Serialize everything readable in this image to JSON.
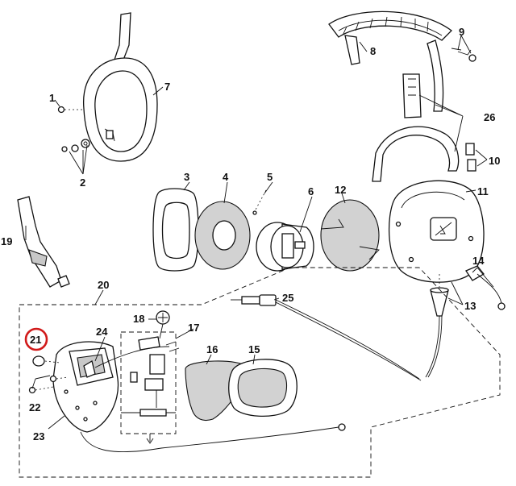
{
  "callouts": {
    "c1": "1",
    "c2": "2",
    "c3": "3",
    "c4": "4",
    "c5": "5",
    "c6": "6",
    "c7": "7",
    "c8": "8",
    "c9": "9",
    "c10": "10",
    "c11": "11",
    "c12": "12",
    "c13": "13",
    "c14": "14",
    "c15": "15",
    "c16": "16",
    "c17": "17",
    "c18": "18",
    "c19": "19",
    "c20": "20",
    "c21": "21",
    "c22": "22",
    "c23": "23",
    "c24": "24",
    "c25": "25",
    "c26": "26"
  },
  "highlighted_callout": "21",
  "colors": {
    "highlight": "#d11a1a",
    "line": "#111111",
    "shade": "#d2d2d2"
  }
}
